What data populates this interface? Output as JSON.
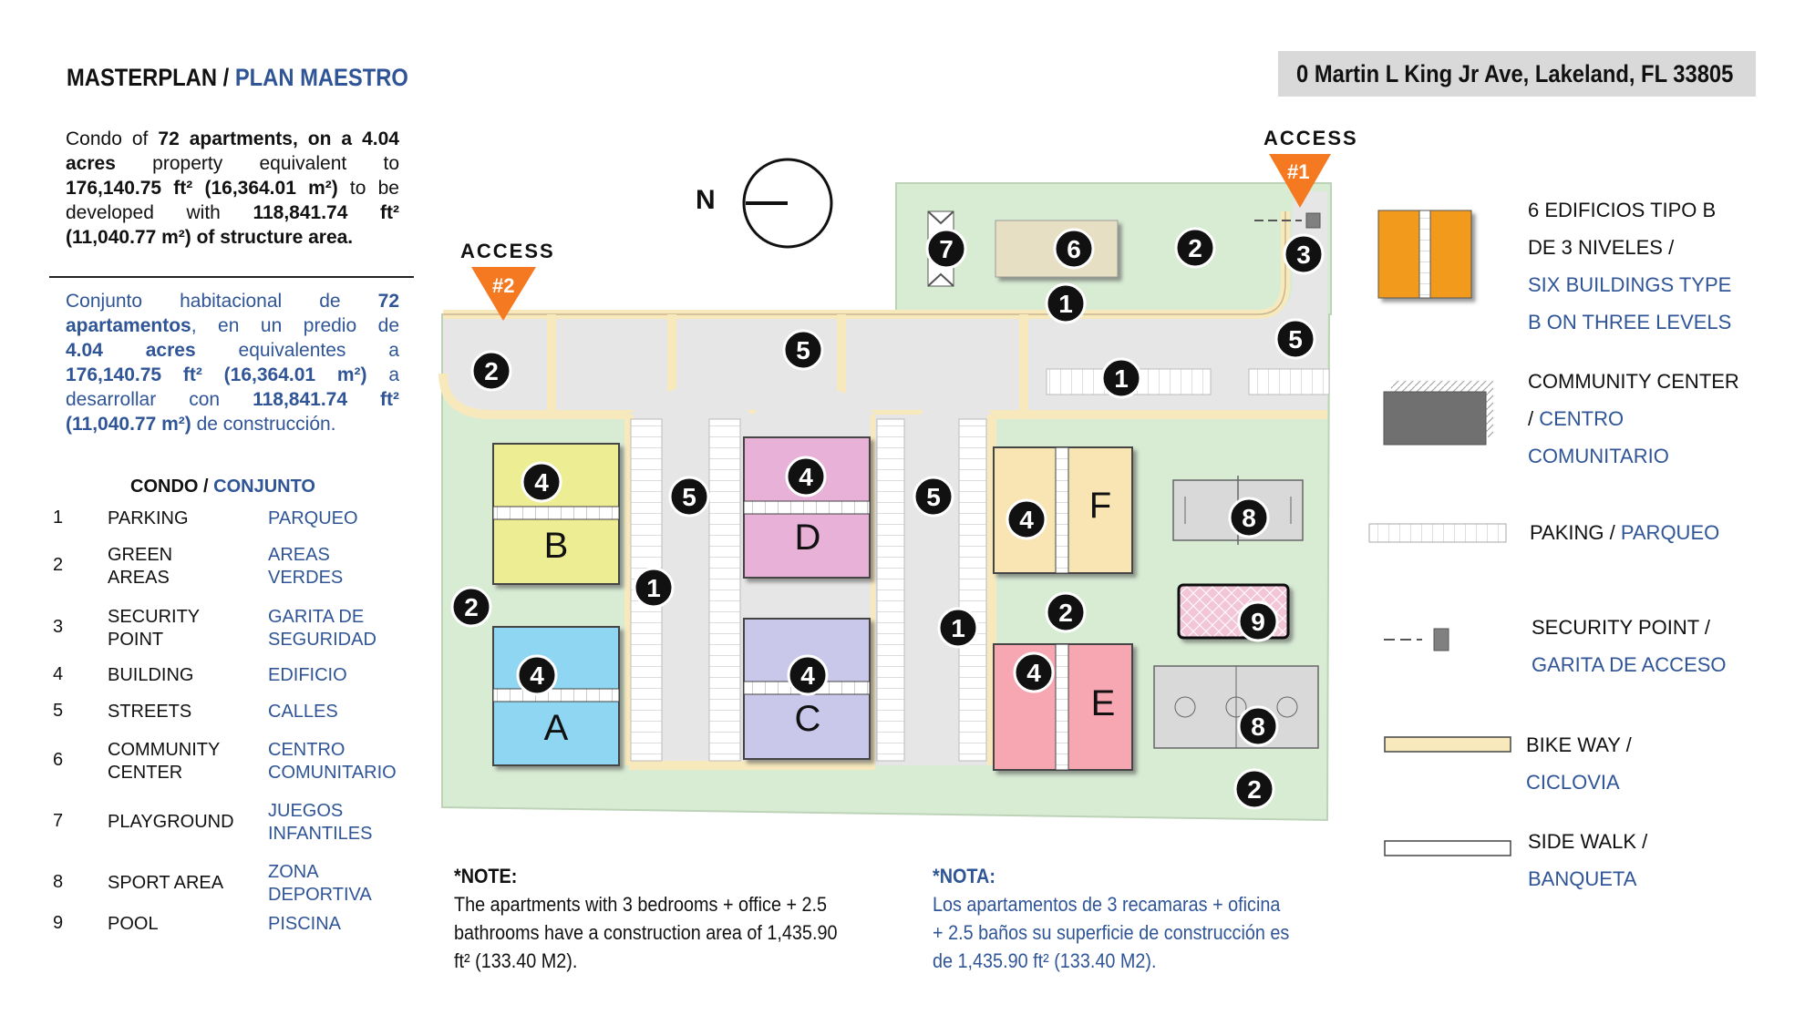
{
  "header": {
    "title_en": "MASTERPLAN",
    "title_sep": " / ",
    "title_es": "PLAN MAESTRO",
    "address": "0 Martin L King Jr Ave, Lakeland, FL 33805"
  },
  "description_en": {
    "lines": [
      [
        {
          "t": "Condo of ",
          "b": false
        },
        {
          "t": "72 apartments, on a 4.04",
          "b": true
        }
      ],
      [
        {
          "t": "acres",
          "b": true
        },
        {
          "t": " property equivalent to",
          "b": false
        }
      ],
      [
        {
          "t": "176,140.75 ft² (16,364.01 m²)",
          "b": true
        },
        {
          "t": " to be",
          "b": false
        }
      ],
      [
        {
          "t": "developed with ",
          "b": false
        },
        {
          "t": "118,841.74 ft²",
          "b": true
        }
      ],
      [
        {
          "t": "(11,040.77 m²) of structure area.",
          "b": true
        }
      ]
    ]
  },
  "description_es": {
    "lines": [
      [
        {
          "t": "Conjunto habitacional de ",
          "b": false
        },
        {
          "t": "72",
          "b": true
        }
      ],
      [
        {
          "t": "apartamentos",
          "b": true
        },
        {
          "t": ", en un predio de",
          "b": false
        }
      ],
      [
        {
          "t": "4.04 acres",
          "b": true
        },
        {
          "t": " equivalentes a",
          "b": false
        }
      ],
      [
        {
          "t": "176,140.75 ft² (16,364.01 m²)",
          "b": true
        },
        {
          "t": " a",
          "b": false
        }
      ],
      [
        {
          "t": "desarrollar con ",
          "b": false
        },
        {
          "t": "118,841.74 ft²",
          "b": true
        }
      ],
      [
        {
          "t": "(11,040.77 m²)",
          "b": true
        },
        {
          "t": " de construcción.",
          "b": false
        }
      ]
    ]
  },
  "legend": {
    "heading_en": "CONDO",
    "heading_sep": "  / ",
    "heading_es": "CONJUNTO",
    "items": [
      {
        "num": "1",
        "en": "PARKING",
        "es": "PARQUEO"
      },
      {
        "num": "2",
        "en": "GREEN\nAREAS",
        "es": "AREAS\nVERDES"
      },
      {
        "num": "3",
        "en": "SECURITY\nPOINT",
        "es": "GARITA DE\nSEGURIDAD"
      },
      {
        "num": "4",
        "en": "BUILDING",
        "es": "EDIFICIO"
      },
      {
        "num": "5",
        "en": "STREETS",
        "es": "CALLES"
      },
      {
        "num": "6",
        "en": "COMMUNITY\nCENTER",
        "es": "CENTRO\nCOMUNITARIO"
      },
      {
        "num": "7",
        "en": "PLAYGROUND",
        "es": "JUEGOS\nINFANTILES"
      },
      {
        "num": "8",
        "en": "SPORT AREA",
        "es": "ZONA\nDEPORTIVA"
      },
      {
        "num": "9",
        "en": "POOL",
        "es": "PISCINA"
      }
    ]
  },
  "map": {
    "north_label": "N",
    "access1_label": "ACCESS",
    "access1_num": "#1",
    "access2_label": "ACCESS",
    "access2_num": "#2",
    "building_letters": [
      "A",
      "B",
      "C",
      "D",
      "E",
      "F"
    ],
    "markers": [
      "1",
      "2",
      "3",
      "4",
      "5",
      "6",
      "7",
      "8",
      "9"
    ]
  },
  "key": {
    "buildings": {
      "line1": "6 EDIFICIOS TIPO B",
      "line2": "DE 3 NIVELES /",
      "line3": "SIX BUILDINGS TYPE",
      "line4": "B ON THREE LEVELS"
    },
    "community": {
      "line1": "COMMUNITY CENTER",
      "line2a": "/ ",
      "line2b": "CENTRO",
      "line3": "COMUNITARIO"
    },
    "parking": {
      "en": "PAKING / ",
      "es": "PARQUEO"
    },
    "security": {
      "line1": "SECURITY POINT /",
      "line2": "GARITA DE ACCESO"
    },
    "bike": {
      "line1": "BIKE WAY /",
      "line2": "CICLOVIA"
    },
    "sidewalk": {
      "line1": "SIDE WALK /",
      "line2": "BANQUETA"
    }
  },
  "notes": {
    "en_heading": "*NOTE:",
    "en_lines": [
      "The apartments with 3 bedrooms + office + 2.5",
      "bathrooms have a construction area of 1,435.90",
      "ft² (133.40 M2)."
    ],
    "es_heading": "*NOTA:",
    "es_lines": [
      "Los apartamentos  de 3 recamaras + oficina",
      "+ 2.5 baños su superficie de construcción es",
      "de 1,435.90 ft² (133.40 M2)."
    ]
  },
  "colors": {
    "accent_blue": "#2f5597",
    "green_area": "#d8ecd4",
    "street": "#e3e3e3",
    "bike": "#f8e9bd",
    "access_orange": "#f47920",
    "building_a": "#8fd6f2",
    "building_b": "#eded93",
    "building_c": "#c9c7ea",
    "building_d": "#e8b2d8",
    "building_e": "#f7a7b2",
    "building_f": "#f9e5b4"
  }
}
